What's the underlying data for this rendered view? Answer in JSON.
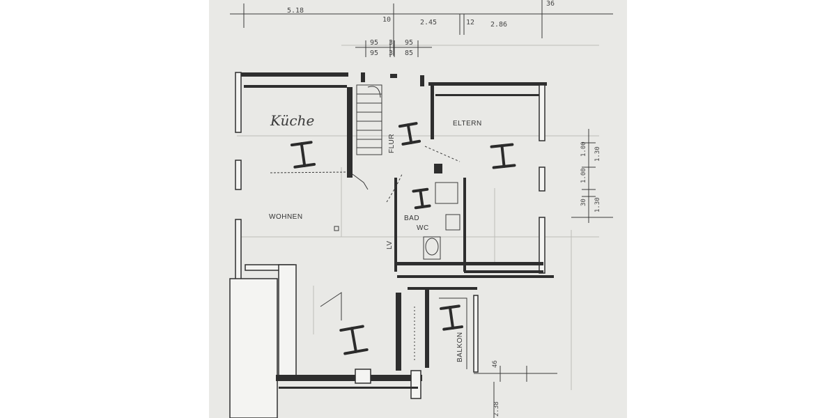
{
  "dimensions": {
    "top_1": "5.18",
    "top_2": "10",
    "top_3": "2.45",
    "top_4": "12",
    "top_5": "2.86",
    "top_6": "36",
    "sub_1a": "95",
    "sub_1b": "95",
    "sub_2a": "3",
    "sub_2b": "3",
    "sub_3a": "95",
    "sub_3b": "85",
    "right_1": "1.00",
    "right_2": "1.30",
    "right_3": "1.00",
    "right_4": "30",
    "right_5": "1.30",
    "bottom_1": "46",
    "bottom_2": "2.38"
  },
  "rooms": {
    "kitchen": "Küche",
    "flur": "FLUR",
    "eltern": "ELTERN",
    "wohnen": "WOHNEN",
    "bad": "BAD",
    "wc": "WC",
    "balkon": "BALKON",
    "lv": "LV"
  },
  "marks": {
    "symbol": "I"
  }
}
